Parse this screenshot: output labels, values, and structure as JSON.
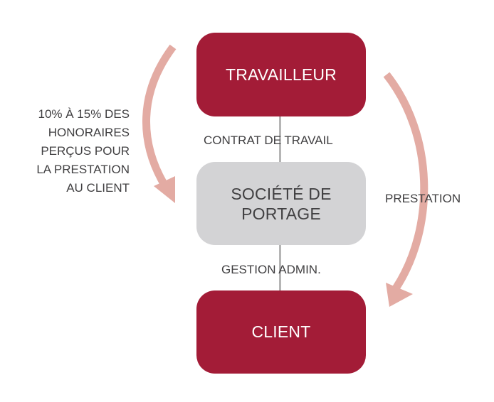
{
  "nodes": {
    "worker": "TRAVAILLEUR",
    "company": "SOCIÉTÉ DE\nPORTAGE",
    "client": "CLIENT"
  },
  "links": {
    "worker_company": "CONTRAT DE TRAVAIL",
    "company_client": "GESTION ADMIN."
  },
  "side_labels": {
    "left": "10% À 15% DES\nHONORAIRES\nPERÇUS POUR\nLA PRESTATION\nAU CLIENT",
    "right": "PRESTATION"
  },
  "colors": {
    "node_primary": "#a31c37",
    "node_secondary": "#d3d3d5",
    "arrow": "#e3aba3",
    "connector": "#b5b5b5",
    "text": "#414042"
  }
}
